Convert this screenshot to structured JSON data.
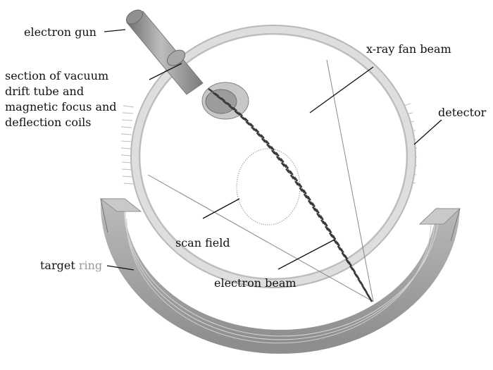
{
  "labels": {
    "electron_gun": "electron gun",
    "section_line1": "section of vacuum",
    "section_line2": "drift tube and",
    "section_line3": "magnetic focus and",
    "section_line4": "deflection coils",
    "xray_fan_beam": "x-ray fan beam",
    "detector": "detector",
    "scan_field": "scan field",
    "target_word": "target",
    "ring_word": "ring",
    "electron_beam": "electron beam"
  },
  "colors": {
    "text": "#111111",
    "ring_word": "#9a9a9a",
    "gantry": "#d2d2d2",
    "target": "#a9a9a9",
    "beam": "#3a3a3a",
    "leader": "#111111"
  }
}
